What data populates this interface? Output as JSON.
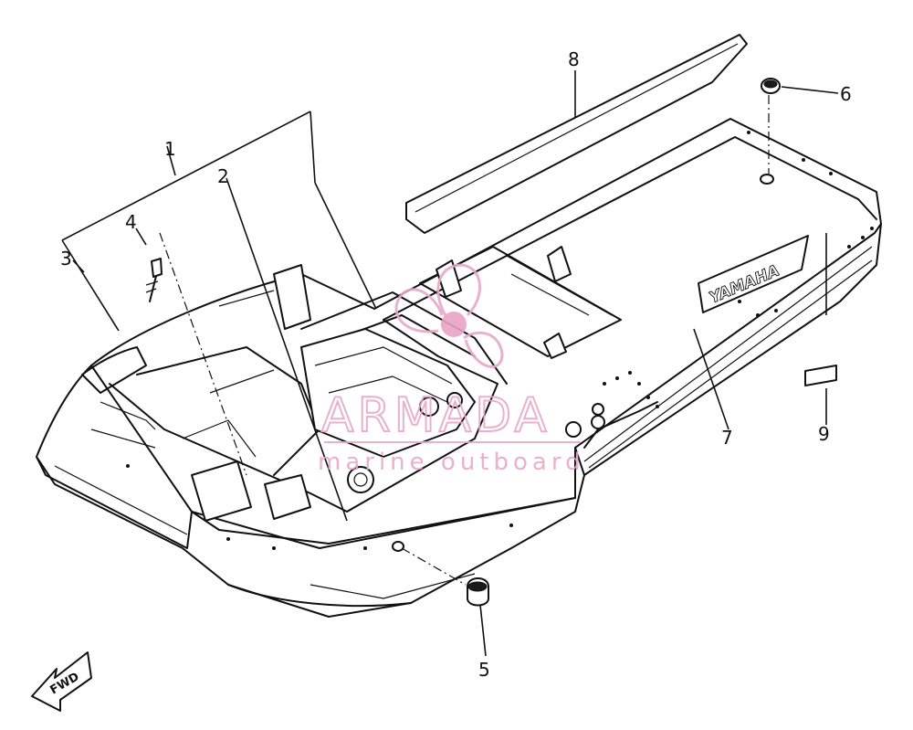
{
  "diagram": {
    "part_numbers": [
      "1",
      "2",
      "3",
      "4",
      "5",
      "6",
      "7",
      "8",
      "9"
    ],
    "hull_brand": "YAMAHA",
    "direction_marker": "FWD",
    "watermark": {
      "title": "ARMADA",
      "subtitle": "marine outboard"
    }
  }
}
